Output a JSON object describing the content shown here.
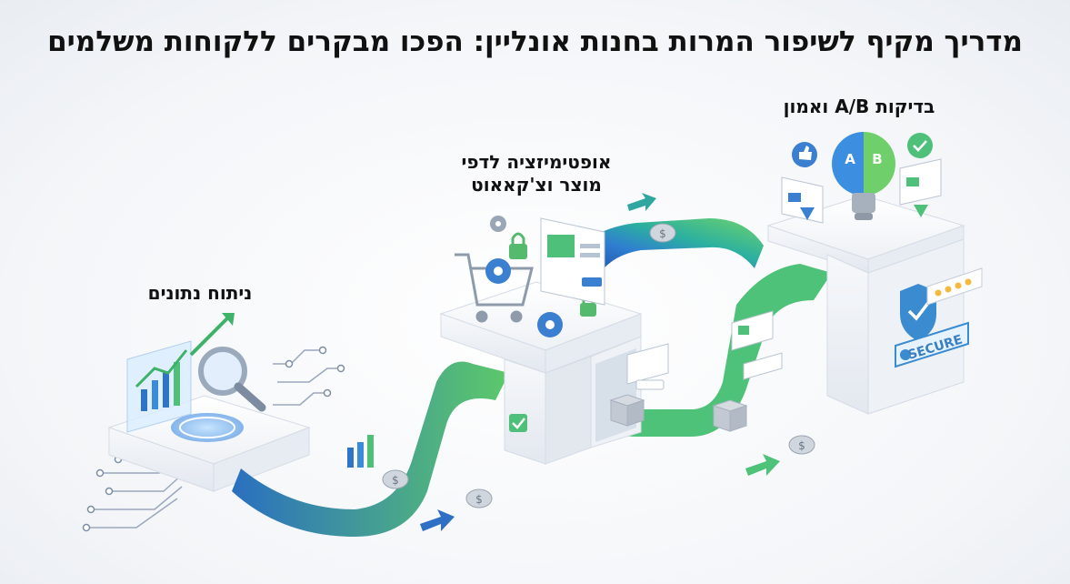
{
  "title": "מדריך מקיף לשיפור המרות בחנות אונליין: הפכו מבקרים ללקוחות משלמים",
  "stages": {
    "data_analysis": {
      "label": "ניתוח נתונים"
    },
    "optimization": {
      "label_line1": "אופטימיזציה לדפי",
      "label_line2": "מוצר וצ'קאאוט"
    },
    "ab_testing": {
      "label": "בדיקות A/B ואמון"
    }
  },
  "bulb": {
    "left_letter": "A",
    "right_letter": "B"
  },
  "badge": {
    "text": "SECURE"
  },
  "coin_symbol": "$",
  "icons": [
    "bar-chart-icon",
    "magnifier-icon",
    "shopping-cart-icon",
    "gear-icon",
    "lock-icon",
    "product-page-icon",
    "box-icon",
    "lightbulb-icon",
    "thumbs-up-icon",
    "checkmark-icon",
    "shield-icon",
    "star-rating-icon",
    "coin-icon",
    "arrow-icon"
  ],
  "colors": {
    "path_blue": "#2f6fc4",
    "path_teal": "#2fa7a0",
    "path_green": "#5cc96a",
    "platform": "#f4f6f9"
  }
}
